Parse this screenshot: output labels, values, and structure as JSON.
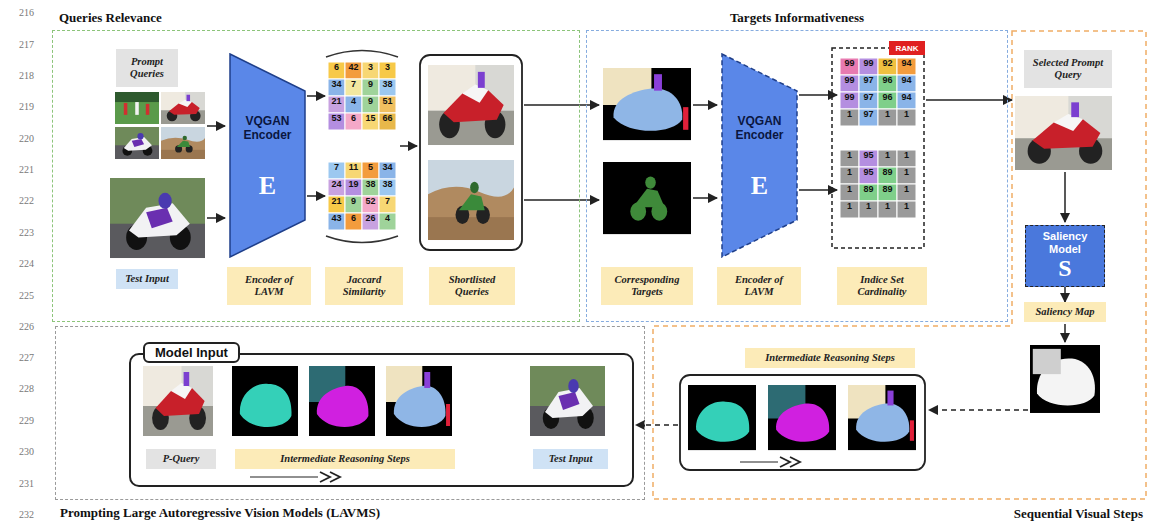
{
  "diagram": {
    "nodes": [
      {
        "text": [
          "Queries Relevance"
        ]
      },
      {
        "text": [
          "Prompt Queries"
        ],
        "in": 0
      },
      {
        "text": [
          "Test Input"
        ],
        "in": 0
      },
      {
        "text": [
          "VQGAN Encoder",
          "E"
        ],
        "in": 0
      },
      {
        "text": [
          "Encoder of LAVM"
        ],
        "in": 0
      },
      {
        "text": [
          "Jaccard Similarity"
        ],
        "in": 0
      },
      {
        "text": [
          "Shortlisted Queries"
        ],
        "in": 0
      },
      {
        "text": [
          "Targets Informativeness"
        ]
      },
      {
        "text": [
          "Corresponding Targets"
        ],
        "in": 7
      },
      {
        "text": [
          "VQGAN Encoder",
          "E"
        ],
        "in": 7
      },
      {
        "text": [
          "Encoder of LAVM"
        ],
        "in": 7
      },
      {
        "text": [
          "RANK"
        ],
        "in": 7
      },
      {
        "text": [
          "Indice Set Cardinality"
        ],
        "in": 7
      },
      {
        "text": [
          "Sequential Visual Steps"
        ]
      },
      {
        "text": [
          "Selected Prompt Query"
        ],
        "in": 13
      },
      {
        "text": [
          "Saliency Model",
          "S"
        ],
        "in": 13
      },
      {
        "text": [
          "Saliency Map"
        ],
        "in": 13
      },
      {
        "text": [
          "Intermediate Reasoning Steps"
        ],
        "in": 13
      },
      {
        "text": [
          "Prompting Large Autoregressive Vision Models (LAVMS)"
        ]
      },
      {
        "text": [
          "Model Input"
        ],
        "in": 18
      },
      {
        "text": [
          "P-Query"
        ],
        "in": 19
      },
      {
        "text": [
          "Intermediate Reasoning Steps"
        ],
        "in": 19
      },
      {
        "text": [
          "Test Input"
        ],
        "in": 19
      }
    ],
    "edges": [
      {
        "from": 15,
        "to": 16,
        "arrow": "to"
      }
    ],
    "labels": [
      "216",
      "217",
      "218",
      "219",
      "220",
      "221",
      "222",
      "223",
      "224",
      "225",
      "226",
      "227",
      "228",
      "229",
      "230",
      "231",
      "232",
      "6",
      "42",
      "3",
      "3",
      "34",
      "7",
      "9",
      "38",
      "21",
      "4",
      "9",
      "51",
      "53",
      "6",
      "15",
      "66",
      "7",
      "11",
      "5",
      "34",
      "24",
      "19",
      "38",
      "38",
      "21",
      "9",
      "52",
      "7",
      "43",
      "6",
      "26",
      "4",
      "99",
      "99",
      "92",
      "94",
      "99",
      "97",
      "96",
      "94",
      "99",
      "97",
      "96",
      "94",
      "1",
      "97",
      "1",
      "1",
      "1",
      "95",
      "1",
      "1",
      "1",
      "95",
      "89",
      "1",
      "1",
      "89",
      "89",
      "1",
      "1",
      "1",
      "1",
      "1"
    ]
  }
}
